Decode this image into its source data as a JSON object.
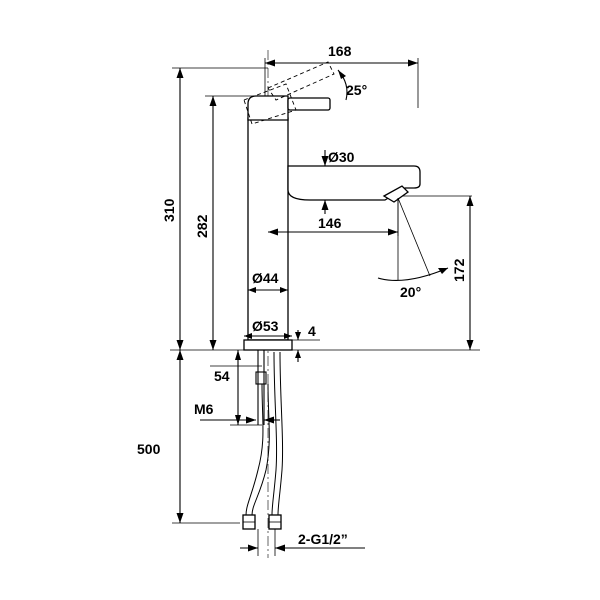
{
  "dimensions": {
    "handle_reach": "168",
    "handle_angle": "25°",
    "spout_diameter": "Ø30",
    "total_height": "310",
    "spout_height": "282",
    "spout_reach": "146",
    "aerator_height": "172",
    "aerator_angle": "20°",
    "body_diameter": "Ø44",
    "base_diameter": "Ø53",
    "base_thickness": "4",
    "stud_length": "54",
    "stud_thread": "M6",
    "hose_length": "500",
    "hose_connection": "2-G1/2”"
  }
}
